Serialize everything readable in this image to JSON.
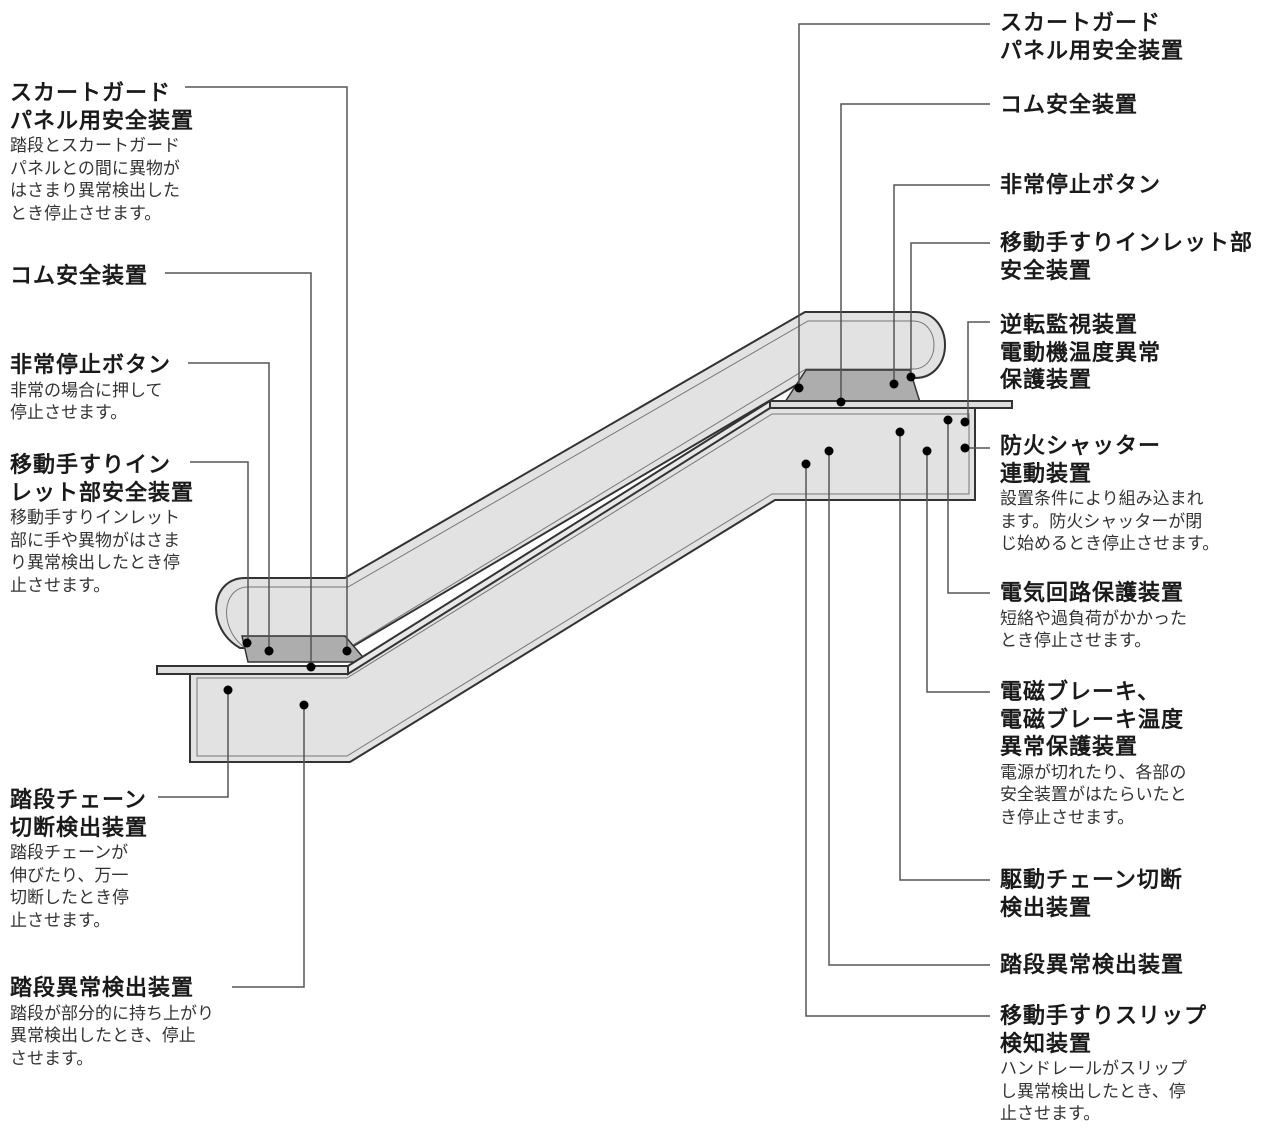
{
  "labels": {
    "left_skirt": {
      "title": [
        "スカートガード",
        "パネル用安全装置"
      ],
      "desc": [
        "踏段とスカートガード",
        "パネルとの間に異物が",
        "はさまり異常検出した",
        "とき停止させます。"
      ]
    },
    "left_comb": {
      "title": [
        "コム安全装置"
      ],
      "desc": []
    },
    "left_stop": {
      "title": [
        "非常停止ボタン"
      ],
      "desc": [
        "非常の場合に押して",
        "停止させます。"
      ]
    },
    "left_inlet": {
      "title": [
        "移動手すりイン",
        "レット部安全装置"
      ],
      "desc": [
        "移動手すりインレット",
        "部に手や異物がはさま",
        "り異常検出したとき停",
        "止させます。"
      ]
    },
    "left_chain": {
      "title": [
        "踏段チェーン",
        "切断検出装置"
      ],
      "desc": [
        "踏段チェーンが",
        "伸びたり、万一",
        "切断したとき停",
        "止させます。"
      ]
    },
    "left_step": {
      "title": [
        "踏段異常検出装置"
      ],
      "desc": [
        "踏段が部分的に持ち上がり",
        "異常検出したとき、停止",
        "させます。"
      ]
    },
    "right_skirt": {
      "title": [
        "スカートガード",
        "パネル用安全装置"
      ],
      "desc": []
    },
    "right_comb": {
      "title": [
        "コム安全装置"
      ],
      "desc": []
    },
    "right_stop": {
      "title": [
        "非常停止ボタン"
      ],
      "desc": []
    },
    "right_inlet": {
      "title": [
        "移動手すりインレット部",
        "安全装置"
      ],
      "desc": []
    },
    "right_reverse": {
      "title": [
        "逆転監視装置",
        "電動機温度異常",
        "保護装置"
      ],
      "desc": []
    },
    "right_fire": {
      "title": [
        "防火シャッター",
        "連動装置"
      ],
      "desc": [
        "設置条件により組み込まれ",
        "ます。防火シャッターが閉",
        "じ始めるとき停止させます。"
      ]
    },
    "right_circuit": {
      "title": [
        "電気回路保護装置"
      ],
      "desc": [
        "短絡や過負荷がかかった",
        "とき停止させます。"
      ]
    },
    "right_brake": {
      "title": [
        "電磁ブレーキ、",
        "電磁ブレーキ温度",
        "異常保護装置"
      ],
      "desc": [
        "電源が切れたり、各部の",
        "安全装置がはたらいたと",
        "き停止させます。"
      ]
    },
    "right_drive": {
      "title": [
        "駆動チェーン切断",
        "検出装置"
      ],
      "desc": []
    },
    "right_step": {
      "title": [
        "踏段異常検出装置"
      ],
      "desc": []
    },
    "right_slip": {
      "title": [
        "移動手すりスリップ",
        "検知装置"
      ],
      "desc": [
        "ハンドレールがスリップ",
        "し異常検出したとき、停",
        "止させます。"
      ]
    }
  },
  "colors": {
    "truss_fill": "#e2e2e2",
    "landing_fill": "#adadad",
    "outline": "#333333",
    "leader": "#555555",
    "dot": "#000000"
  }
}
